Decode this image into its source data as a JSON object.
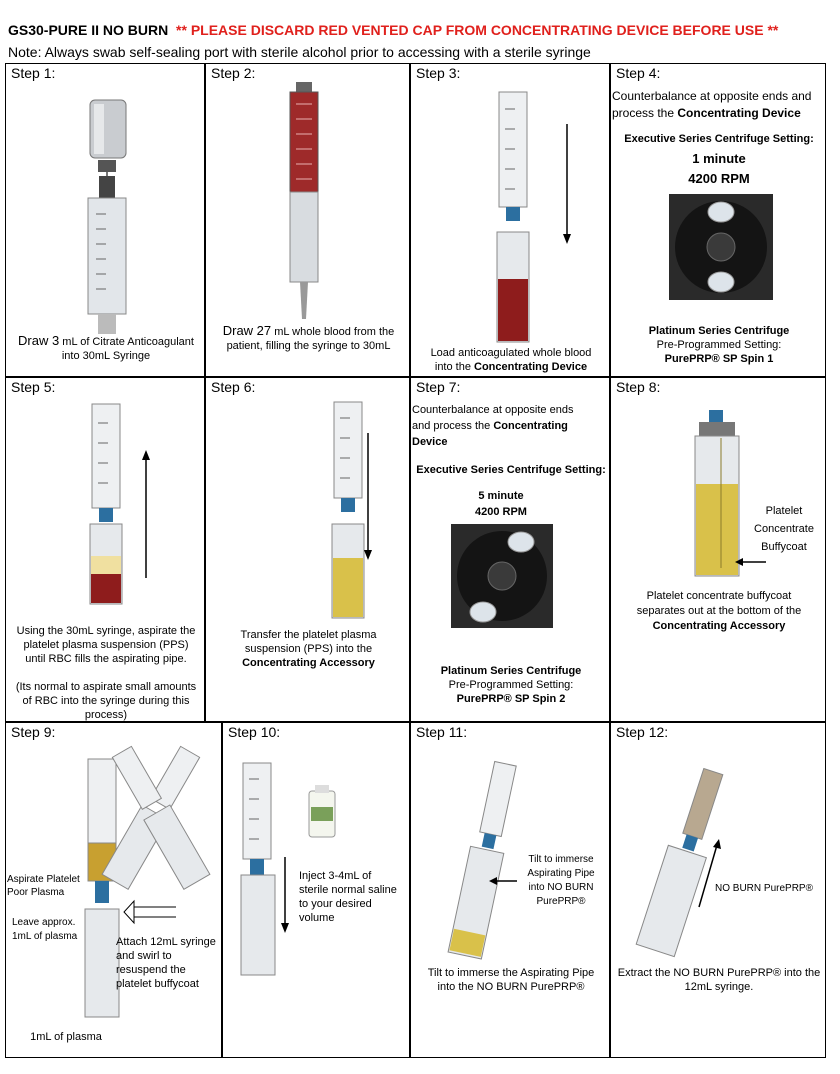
{
  "header": {
    "product": "GS30-PURE II NO BURN",
    "warning": "** PLEASE DISCARD RED VENTED CAP FROM CONCENTRATING DEVICE BEFORE USE **",
    "note": "Note: Always swab self-sealing port with sterile alcohol prior to accessing with a sterile syringe"
  },
  "steps": {
    "s1": {
      "label": "Step 1:",
      "text_a": "Draw 3",
      "text_b": " mL of Citrate Anticoagulant",
      "text_c": "into 30mL Syringe"
    },
    "s2": {
      "label": "Step 2:",
      "text_a": "Draw 27",
      "text_b": " mL whole blood from the",
      "text_c": "patient, filling the syringe to 30mL"
    },
    "s3": {
      "label": "Step 3:",
      "text_a": "Load anticoagulated whole blood",
      "text_b": "into the ",
      "text_c": "Concentrating Device"
    },
    "s4": {
      "label": "Step 4:",
      "l1": "Counterbalance at opposite ends and",
      "l2a": "process the ",
      "l2b": "Concentrating Device",
      "exec": "Executive Series Centrifuge Setting:",
      "time": "1 minute",
      "rpm": "4200 RPM",
      "plat": "Platinum Series Centrifuge",
      "pre": "Pre-Programmed Setting:",
      "prog": "PurePRP® SP Spin 1"
    },
    "s5": {
      "label": "Step 5:",
      "l1": "Using the 30mL syringe, aspirate the",
      "l2": "platelet plasma suspension (PPS)",
      "l3": "until RBC fills the aspirating pipe.",
      "l4": "(Its normal to aspirate small amounts",
      "l5": "of RBC into the syringe during this",
      "l6": "process)"
    },
    "s6": {
      "label": "Step 6:",
      "l1": "Transfer the platelet plasma",
      "l2": "suspension (PPS) into the",
      "l3": "Concentrating Accessory"
    },
    "s7": {
      "label": "Step 7:",
      "l1": "Counterbalance at opposite ends",
      "l2a": "and process the ",
      "l2b": "Concentrating",
      "l3": "Device",
      "exec": "Executive Series Centrifuge Setting:",
      "time": "5 minute",
      "rpm": "4200 RPM",
      "plat": "Platinum Series Centrifuge",
      "pre": "Pre-Programmed Setting:",
      "prog": "PurePRP® SP Spin 2"
    },
    "s8": {
      "label": "Step 8:",
      "c1": "Platelet",
      "c2": "Concentrate",
      "c3": "Buffycoat",
      "l1": "Platelet concentrate buffycoat",
      "l2": "separates out at the bottom of the",
      "l3": "Concentrating Accessory"
    },
    "s9": {
      "label": "Step 9:",
      "asp1": "Aspirate Platelet",
      "asp2": "Poor Plasma",
      "leave1": "Leave approx.",
      "leave2": "1mL of plasma",
      "att1": "Attach 12mL syringe",
      "att2": "and swirl to",
      "att3": "resuspend the",
      "att4": "platelet buffycoat",
      "bottom": "1mL of plasma"
    },
    "s10": {
      "label": "Step 10:",
      "l1": "Inject 3-4mL of",
      "l2": "sterile normal saline",
      "l3": "to your desired",
      "l4": "volume"
    },
    "s11": {
      "label": "Step 11:",
      "c1": "Tilt to immerse",
      "c2": "Aspirating Pipe",
      "c3": "into NO BURN",
      "c4": "PurePRP®",
      "l1": "Tilt to immerse the Aspirating Pipe",
      "l2": "into the NO BURN PurePRP®"
    },
    "s12": {
      "label": "Step 12:",
      "c1": "NO BURN PurePRP®",
      "l1": "Extract the NO BURN PurePRP® into the",
      "l2": "12mL syringe."
    }
  },
  "colors": {
    "warning_red": "#e0201c",
    "blood": "#8e1c1c",
    "plasma": "#d9c14a",
    "syringe_tip": "#2c6fa0"
  }
}
